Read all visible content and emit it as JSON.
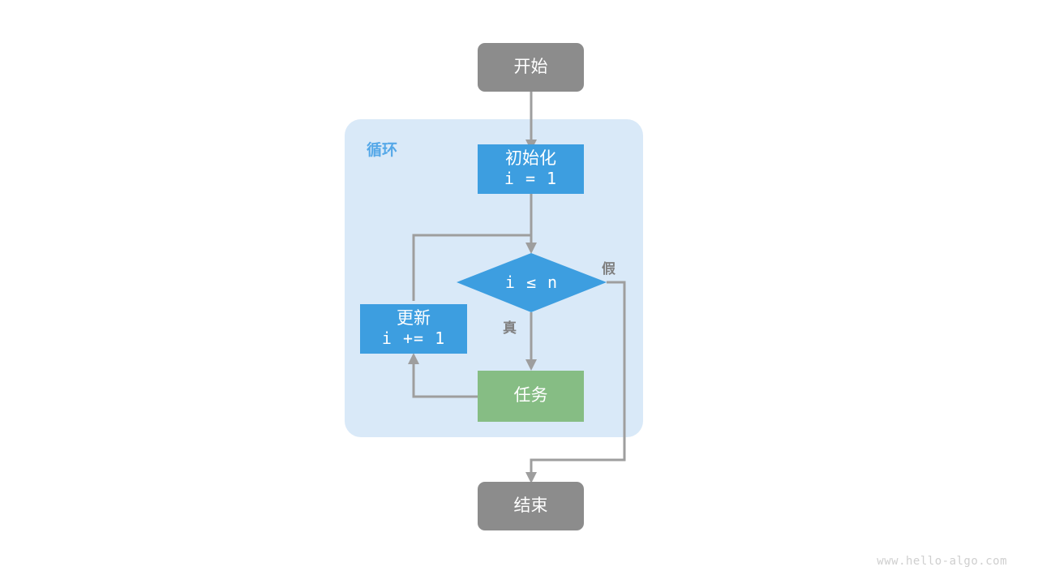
{
  "diagram": {
    "title_watermark": "www.hello-algo.com",
    "group": {
      "label": "循环",
      "fill": "#d9e9f8"
    },
    "colors": {
      "terminal": "#8c8c8c",
      "process_blue": "#3d9ee0",
      "task_green": "#86bd84",
      "edge": "#9e9e9e",
      "group_label": "#55a8e8",
      "edge_label": "#808080",
      "node_text": "#ffffff",
      "watermark": "#cfcfcf",
      "background": "#ffffff"
    },
    "nodes": [
      {
        "id": "start",
        "kind": "terminal",
        "label": "开始"
      },
      {
        "id": "init",
        "kind": "process",
        "label_line1": "初始化",
        "label_line2": "i = 1"
      },
      {
        "id": "cond",
        "kind": "decision",
        "label": "i ≤ n"
      },
      {
        "id": "update",
        "kind": "process",
        "label_line1": "更新",
        "label_line2": "i += 1"
      },
      {
        "id": "task",
        "kind": "task",
        "label": "任务"
      },
      {
        "id": "end",
        "kind": "terminal",
        "label": "结束"
      }
    ],
    "edge_labels": {
      "true_branch": "真",
      "false_branch": "假"
    }
  }
}
